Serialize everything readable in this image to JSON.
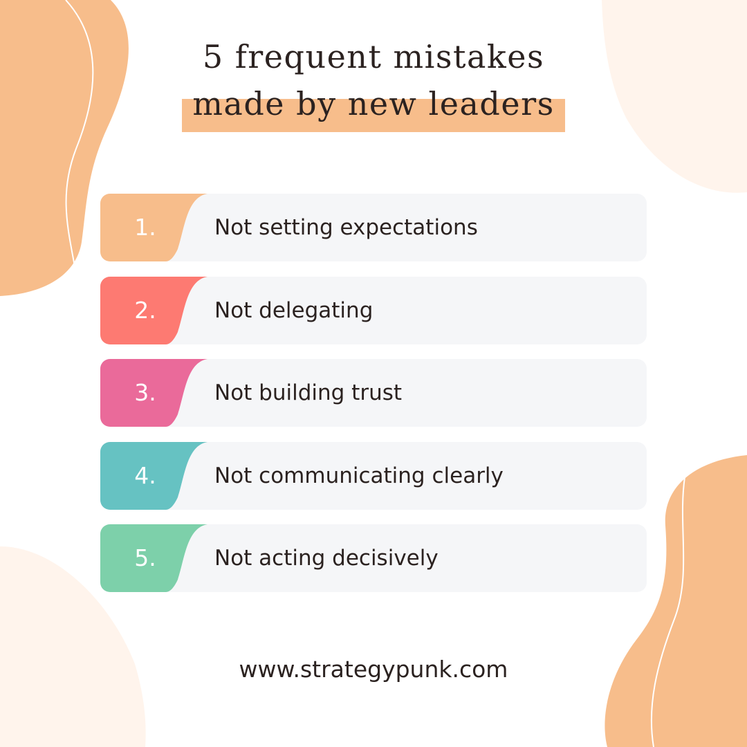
{
  "title": {
    "line1": "5 frequent mistakes",
    "line2": "made by new leaders"
  },
  "items": [
    {
      "number": "1.",
      "label": "Not setting expectations",
      "color": "#f7bd8b"
    },
    {
      "number": "2.",
      "label": "Not delegating",
      "color": "#fd7a72"
    },
    {
      "number": "3.",
      "label": "Not building trust",
      "color": "#ea6a9a"
    },
    {
      "number": "4.",
      "label": "Not communicating clearly",
      "color": "#66c2c2"
    },
    {
      "number": "5.",
      "label": "Not acting decisively",
      "color": "#7dd0aa"
    }
  ],
  "footer": {
    "url": "www.strategypunk.com"
  },
  "colors": {
    "peach": "#f7bd8b",
    "cream": "#fff4ec",
    "text": "#2b2220",
    "card": "#f5f6f8"
  }
}
